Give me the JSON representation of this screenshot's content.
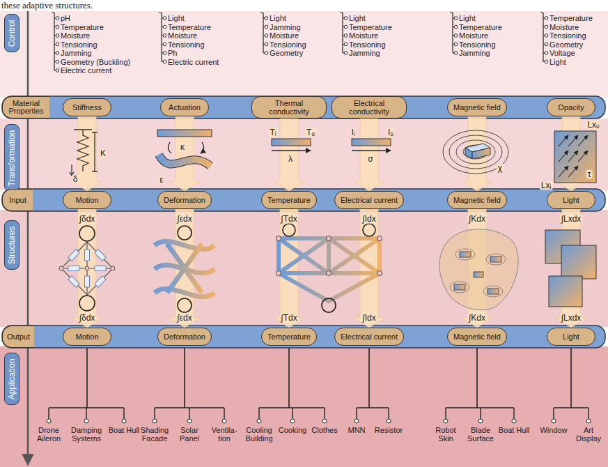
{
  "diagram": {
    "nodes": [
      {
        "text": [
          "Control"
        ]
      },
      {
        "text": [
          "Material Properties"
        ]
      },
      {
        "text": [
          "Transformation"
        ]
      },
      {
        "text": [
          "Input"
        ]
      },
      {
        "text": [
          "Structures"
        ]
      },
      {
        "text": [
          "Output"
        ]
      },
      {
        "text": [
          "Application"
        ]
      },
      {
        "text": [
          "Stiffness"
        ]
      },
      {
        "text": [
          "Actuation"
        ]
      },
      {
        "text": [
          "Thermal conductivity"
        ]
      },
      {
        "text": [
          "Electrical conductivity"
        ]
      },
      {
        "text": [
          "Magnetic field"
        ]
      },
      {
        "text": [
          "Opacity"
        ]
      },
      {
        "text": [
          "Motion"
        ]
      },
      {
        "text": [
          "Deformation"
        ]
      },
      {
        "text": [
          "Temperature"
        ]
      },
      {
        "text": [
          "Electrical current"
        ]
      },
      {
        "text": [
          "Magnetic field"
        ]
      },
      {
        "text": [
          "Light"
        ]
      },
      {
        "text": [
          "Motion"
        ]
      },
      {
        "text": [
          "Deformation"
        ]
      },
      {
        "text": [
          "Temperature"
        ]
      },
      {
        "text": [
          "Electrical current"
        ]
      },
      {
        "text": [
          "Magnetic field"
        ]
      },
      {
        "text": [
          "Light"
        ]
      }
    ],
    "edges": [
      {
        "from": 7,
        "to": 13,
        "arrow": "to"
      },
      {
        "from": 8,
        "to": 14,
        "arrow": "to"
      },
      {
        "from": 9,
        "to": 15,
        "arrow": "to"
      },
      {
        "from": 10,
        "to": 16,
        "arrow": "to"
      },
      {
        "from": 11,
        "to": 17,
        "arrow": "to"
      },
      {
        "from": 12,
        "to": 18,
        "arrow": "to"
      },
      {
        "from": 13,
        "to": 19,
        "arrow": "to"
      },
      {
        "from": 14,
        "to": 20,
        "arrow": "to"
      },
      {
        "from": 15,
        "to": 21,
        "arrow": "to"
      },
      {
        "from": 16,
        "to": 22,
        "arrow": "to"
      },
      {
        "from": 17,
        "to": 23,
        "arrow": "to"
      },
      {
        "from": 18,
        "to": 24,
        "arrow": "to"
      }
    ],
    "labels": [
      "these adaptive structures.",
      "pH",
      "Temperature",
      "Moisture",
      "Tensioning",
      "Jamming",
      "Geometry (Buckling)",
      "Electric current",
      "Light",
      "Temperature",
      "Moisture",
      "Tensioning",
      "Ph",
      "Electric current",
      "Light",
      "Jamming",
      "Moisture",
      "Tensioning",
      "Geometry",
      "Light",
      "Temperature",
      "Moisture",
      "Tensioning",
      "Jamming",
      "Light",
      "Temperature",
      "Moisture",
      "Tensioning",
      "Jamming",
      "Temperature",
      "Moisture",
      "Tensioning",
      "Geometry",
      "Voltage",
      "Light",
      "K",
      "δ",
      "κ",
      "ε",
      "Tᵢ",
      "Tₒ",
      "λ",
      "Iᵢ",
      "Iₒ",
      "σ",
      "χ",
      "Lxₒ",
      "Lxᵢ",
      "τ",
      "∫δdx",
      "∫εdx",
      "∫Tdx",
      "∫Idx",
      "∫Kdx",
      "∫Lxdx",
      "∫δdx",
      "∫εdx",
      "∫Tdx",
      "∫Idx",
      "∫Kdx",
      "∫Lxdx",
      "Drone Aileron",
      "Damping Systems",
      "Boat Hull",
      "Shading Facade",
      "Solar Panel",
      "Ventila- tion",
      "Cooling Building",
      "Cooking",
      "Clothes",
      "MNN",
      "Resistor",
      "Robot Skin",
      "Blade Surface",
      "Boat Hull",
      "Window",
      "Art Display"
    ]
  }
}
